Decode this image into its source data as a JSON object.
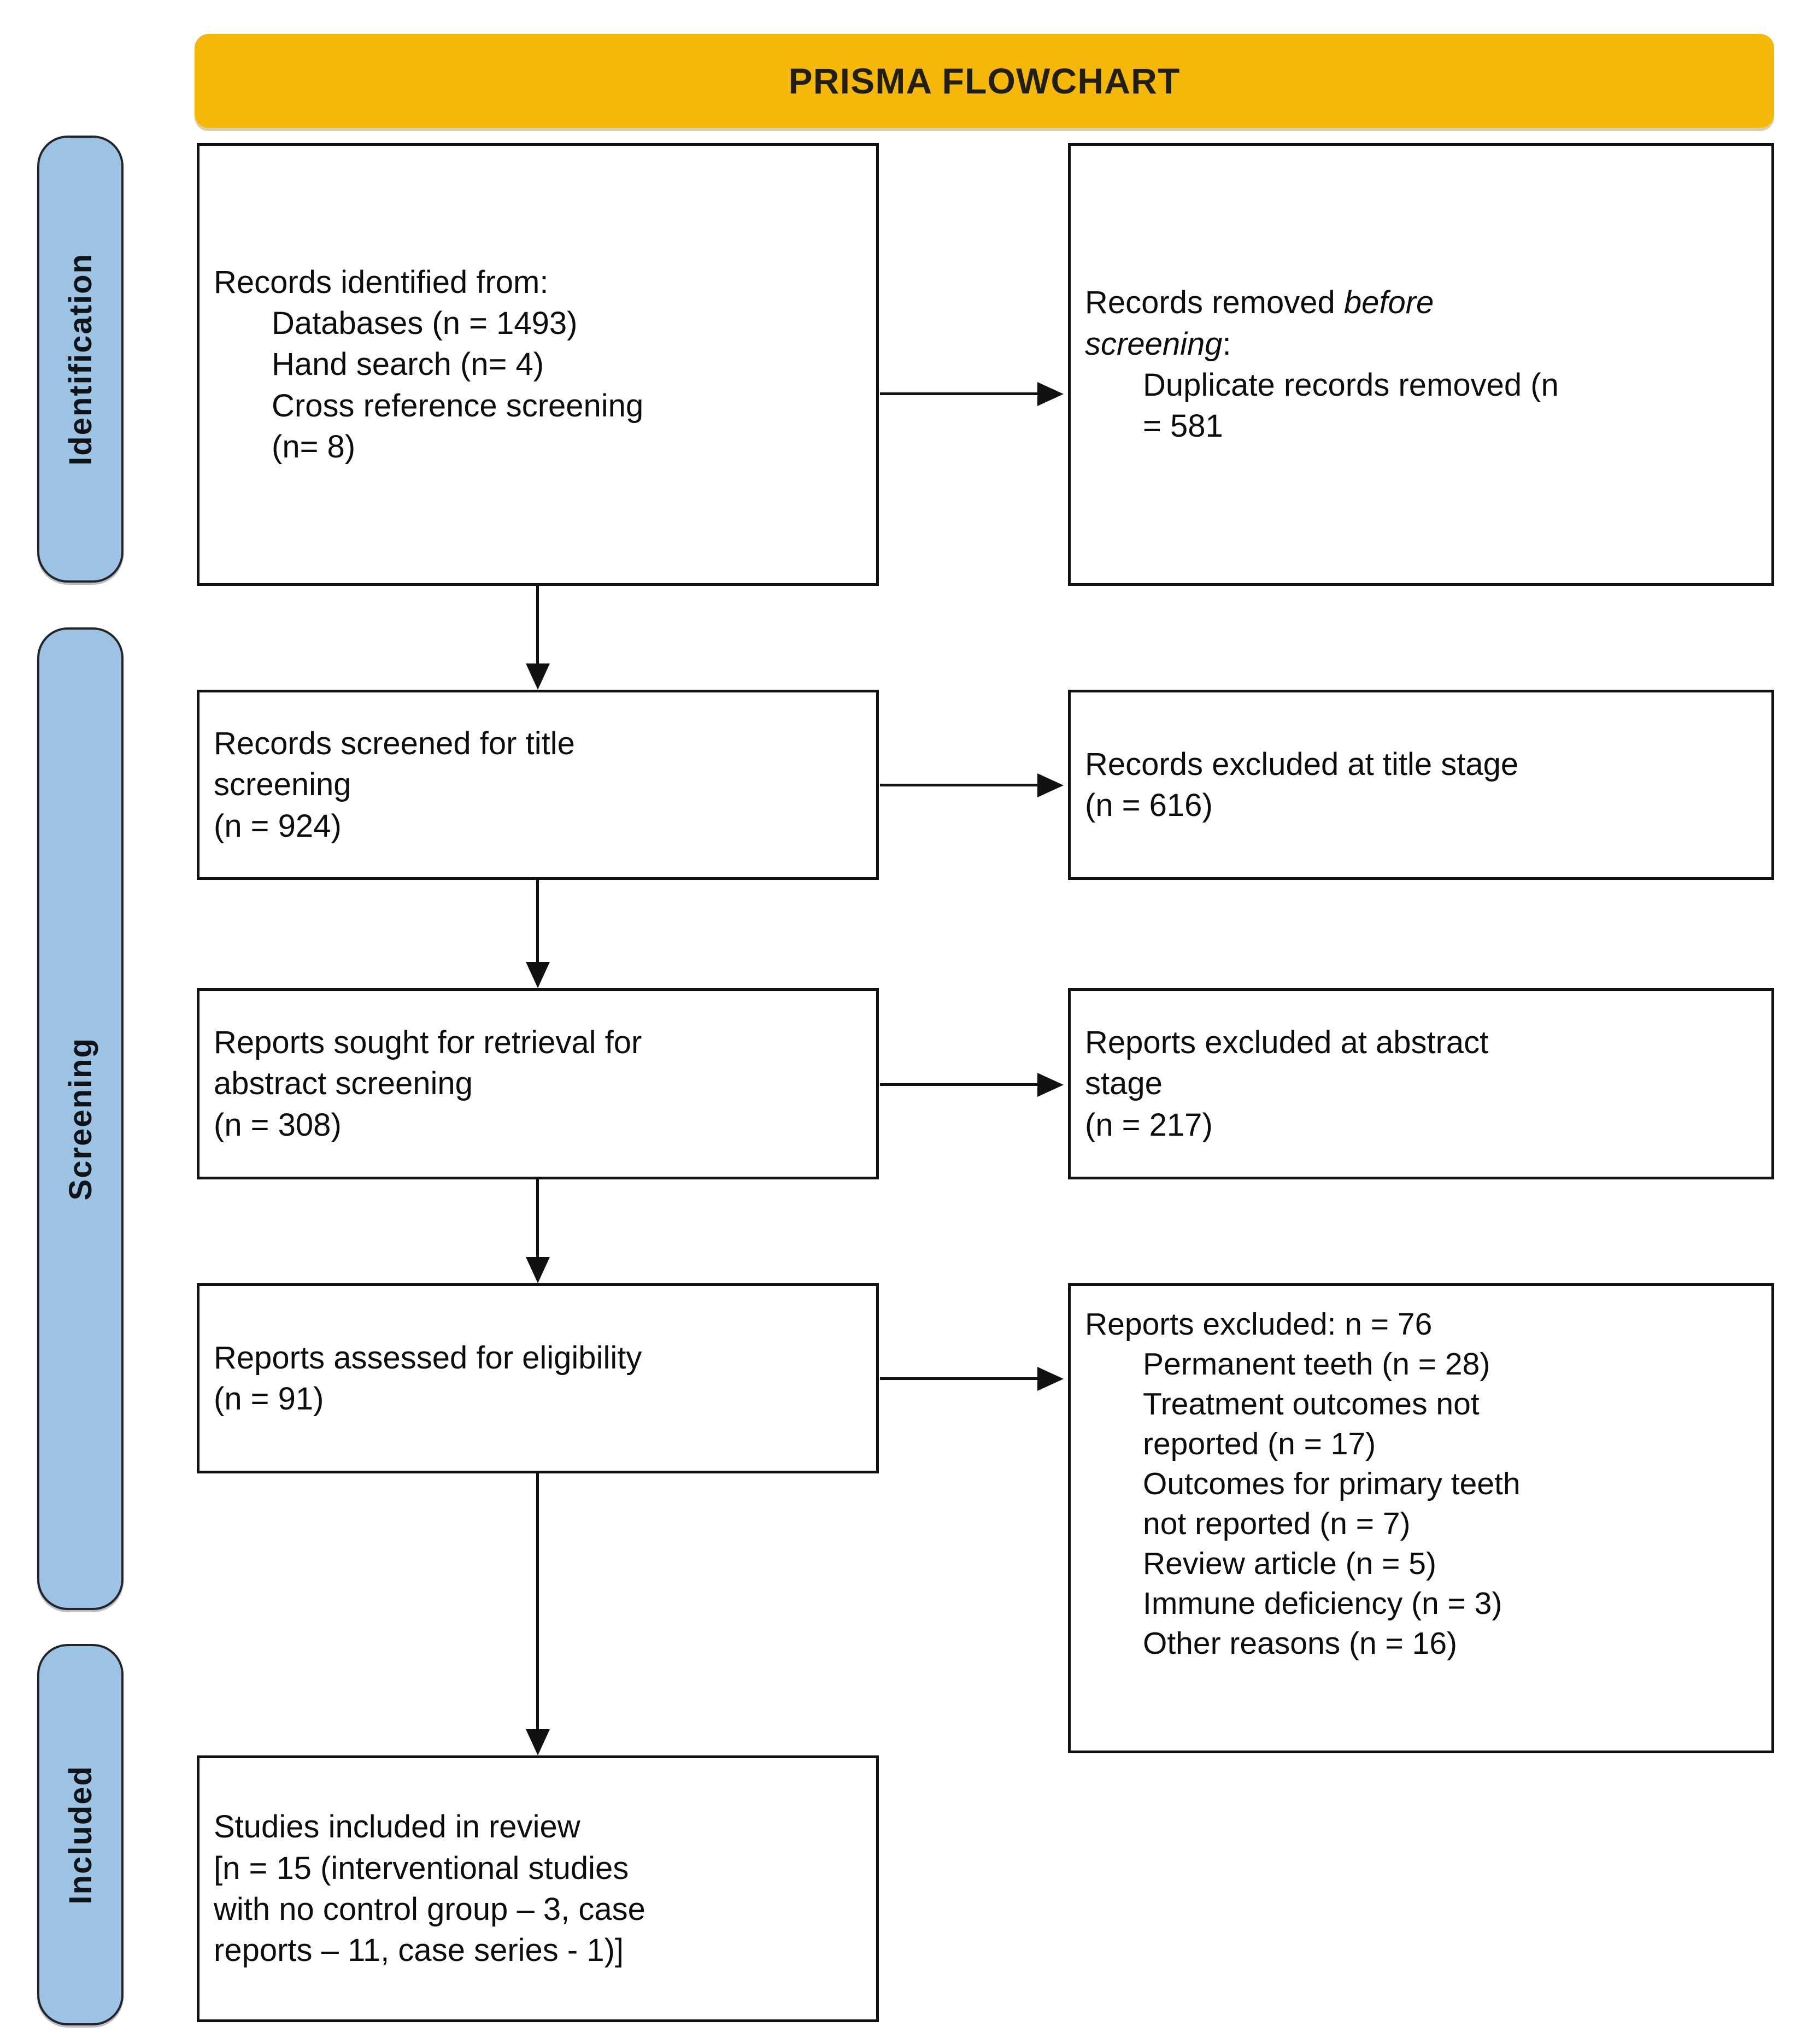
{
  "header": {
    "title": "PRISMA FLOWCHART",
    "bg_color": "#F5B808",
    "text_color": "#231f10"
  },
  "stages": [
    {
      "key": "identification",
      "label": "Identification",
      "bg_color": "#9CC3E4"
    },
    {
      "key": "screening",
      "label": "Screening",
      "bg_color": "#9CC3E4"
    },
    {
      "key": "included",
      "label": "Included",
      "bg_color": "#9CC3E4"
    }
  ],
  "boxes": {
    "identified": {
      "line1": "Records identified from:",
      "line2": "Databases (n = 1493)",
      "line3": "Hand search (n= 4)",
      "line4": "Cross reference screening",
      "line5": "(n= 8)"
    },
    "removed": {
      "line1a": "Records removed ",
      "line1b": "before",
      "line2a": "screening",
      "line2b": ":",
      "line3": "Duplicate records removed (n",
      "line4": "= 581"
    },
    "screened": {
      "line1": "Records screened for title",
      "line2": "screening",
      "line3": "(n = 924)"
    },
    "excluded_title": {
      "line1": "Records excluded at title stage",
      "line2": "(n = 616)"
    },
    "sought": {
      "line1": "Reports sought for retrieval for",
      "line2": "abstract screening",
      "line3": "(n = 308)"
    },
    "excluded_abstract": {
      "line1": "Reports excluded at abstract",
      "line2": "stage",
      "line3": "(n = 217)"
    },
    "assessed": {
      "line1": "Reports assessed for eligibility",
      "line2": "(n = 91)"
    },
    "excluded_reasons": {
      "heading": "Reports excluded: n = 76",
      "reasons": [
        "Permanent teeth (n = 28)",
        "Treatment outcomes not",
        "reported (n = 17)",
        "Outcomes for primary teeth",
        "not reported (n = 7)",
        "Review article (n = 5)",
        "Immune deficiency (n = 3)",
        "Other reasons (n = 16)"
      ]
    },
    "included": {
      "line1": "Studies included in review",
      "line2": "[n = 15 (interventional studies",
      "line3": "with no control group – 3, case",
      "line4": "reports – 11, case series - 1)]"
    }
  },
  "chart_data": {
    "type": "diagram",
    "title": "PRISMA FLOWCHART",
    "nodes": [
      {
        "id": "identified",
        "stage": "Identification",
        "column": "left",
        "counts": {
          "databases": 1493,
          "hand_search": 4,
          "cross_reference_screening": 8
        }
      },
      {
        "id": "removed",
        "stage": "Identification",
        "column": "right",
        "counts": {
          "duplicate_records_removed": 581
        }
      },
      {
        "id": "screened",
        "stage": "Screening",
        "column": "left",
        "counts": {
          "n": 924
        }
      },
      {
        "id": "excluded_title",
        "stage": "Screening",
        "column": "right",
        "counts": {
          "n": 616
        }
      },
      {
        "id": "sought",
        "stage": "Screening",
        "column": "left",
        "counts": {
          "n": 308
        }
      },
      {
        "id": "excluded_abstract",
        "stage": "Screening",
        "column": "right",
        "counts": {
          "n": 217
        }
      },
      {
        "id": "assessed",
        "stage": "Screening",
        "column": "left",
        "counts": {
          "n": 91
        }
      },
      {
        "id": "excluded_reasons",
        "stage": "Screening",
        "column": "right",
        "counts": {
          "total": 76,
          "permanent_teeth": 28,
          "treatment_outcomes_not_reported": 17,
          "outcomes_primary_teeth_not_reported": 7,
          "review_article": 5,
          "immune_deficiency": 3,
          "other_reasons": 16
        }
      },
      {
        "id": "included",
        "stage": "Included",
        "column": "left",
        "counts": {
          "total": 15,
          "interventional_no_control": 3,
          "case_reports": 11,
          "case_series": 1
        }
      }
    ],
    "edges": [
      {
        "from": "identified",
        "to": "removed",
        "direction": "right"
      },
      {
        "from": "identified",
        "to": "screened",
        "direction": "down"
      },
      {
        "from": "screened",
        "to": "excluded_title",
        "direction": "right"
      },
      {
        "from": "screened",
        "to": "sought",
        "direction": "down"
      },
      {
        "from": "sought",
        "to": "excluded_abstract",
        "direction": "right"
      },
      {
        "from": "sought",
        "to": "assessed",
        "direction": "down"
      },
      {
        "from": "assessed",
        "to": "excluded_reasons",
        "direction": "right"
      },
      {
        "from": "assessed",
        "to": "included",
        "direction": "down"
      }
    ]
  }
}
